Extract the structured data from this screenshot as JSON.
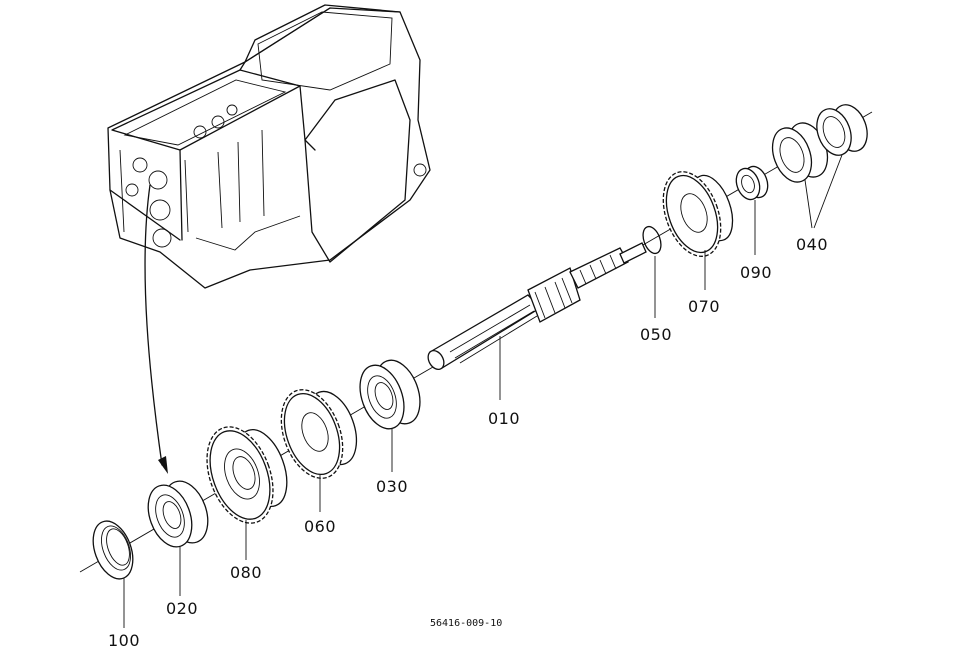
{
  "diagram": {
    "drawing_code": "56416-009-10",
    "parts": [
      {
        "id": "010",
        "label": "010"
      },
      {
        "id": "020",
        "label": "020"
      },
      {
        "id": "030",
        "label": "030"
      },
      {
        "id": "040",
        "label": "040"
      },
      {
        "id": "050",
        "label": "050"
      },
      {
        "id": "060",
        "label": "060"
      },
      {
        "id": "070",
        "label": "070"
      },
      {
        "id": "080",
        "label": "080"
      },
      {
        "id": "090",
        "label": "090"
      },
      {
        "id": "100",
        "label": "100"
      }
    ]
  }
}
